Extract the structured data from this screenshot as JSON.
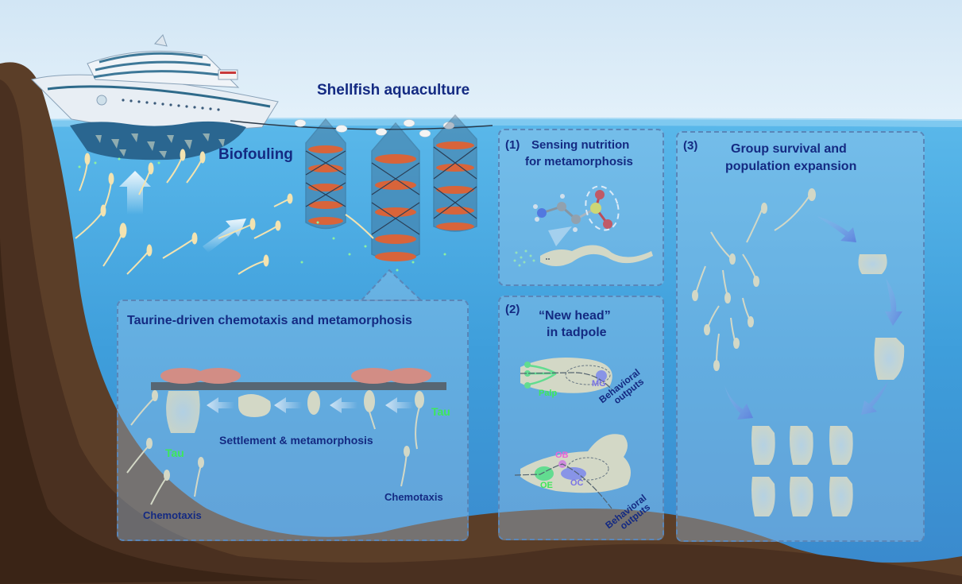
{
  "title": "Shellfish aquaculture",
  "biofouling_label": "Biofouling",
  "panel_main": {
    "title": "Taurine-driven chemotaxis and metamorphosis",
    "settlement_label": "Settlement & metamorphosis",
    "tau_right": "Tau",
    "tau_left": "Tau",
    "chemotaxis_left": "Chemotaxis",
    "chemotaxis_right": "Chemotaxis"
  },
  "panel_1": {
    "number": "(1)",
    "title_line1": "Sensing nutrition",
    "title_line2": "for metamorphosis"
  },
  "panel_2": {
    "number": "(2)",
    "title_line1": "“New head”",
    "title_line2": "in tadpole",
    "palp": "Palp",
    "mg": "MG",
    "behavioral_1_line1": "Behavioral",
    "behavioral_1_line2": "outputs",
    "ob": "OB",
    "oe": "OE",
    "oc": "OC",
    "behavioral_2_line1": "Behavioral",
    "behavioral_2_line2": "outputs"
  },
  "panel_3": {
    "number": "(3)",
    "title_line1": "Group survival and",
    "title_line2": "population expansion"
  },
  "colors": {
    "sky": "#d4e8f6",
    "sea": "#4aa8e0",
    "seabed": "#5b3e28",
    "text_navy": "#142a82",
    "tau_green": "#3de85a",
    "larva": "#f3e3b0",
    "scallop": "#f06a48",
    "arrow_blue": "#3f64d8"
  }
}
